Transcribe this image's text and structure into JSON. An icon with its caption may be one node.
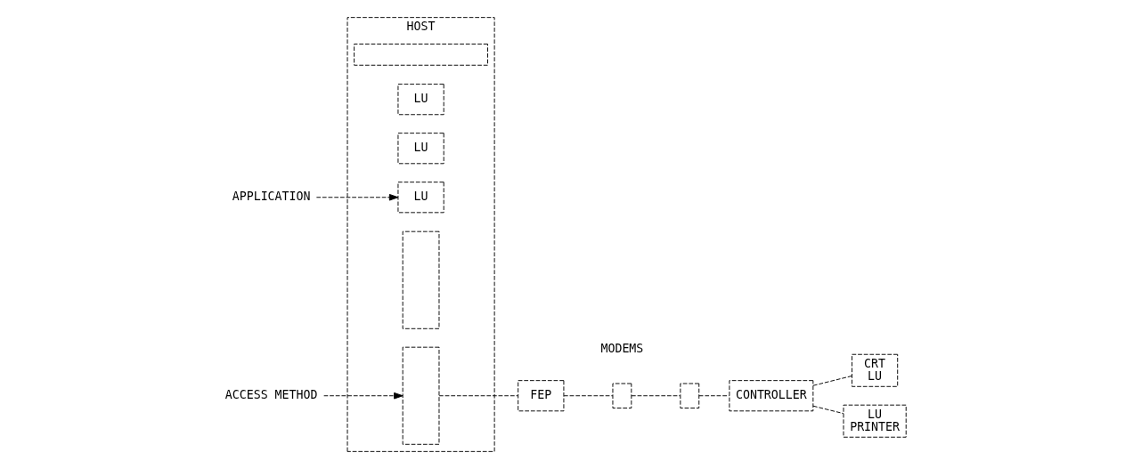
{
  "diagram": {
    "nodes": [
      {
        "text": [
          "HOST"
        ]
      },
      {
        "text": [],
        "shape": "box",
        "in": 0
      },
      {
        "text": [
          "LU"
        ],
        "in": 0
      },
      {
        "text": [
          "LU"
        ],
        "in": 0
      },
      {
        "text": [
          "LU"
        ],
        "in": 0
      },
      {
        "text": [],
        "shape": "box",
        "in": 0
      },
      {
        "text": [],
        "shape": "box",
        "in": 0
      },
      {
        "text": [
          "APPLICATION"
        ]
      },
      {
        "text": [
          "ACCESS METHOD"
        ]
      },
      {
        "text": [
          "FEP"
        ]
      },
      {
        "text": [],
        "shape": "box"
      },
      {
        "text": [],
        "shape": "box"
      },
      {
        "text": [
          "CONTROLLER"
        ]
      },
      {
        "text": [
          "CRT",
          "LU"
        ]
      },
      {
        "text": [
          "LU",
          "PRINTER"
        ]
      }
    ],
    "edges": [
      {
        "from": 7,
        "to": 4,
        "arrow": "to"
      },
      {
        "from": 8,
        "to": 6,
        "arrow": "to"
      },
      {
        "from": 6,
        "to": 9,
        "arrow": "none"
      },
      {
        "from": 9,
        "to": 10,
        "arrow": "none"
      },
      {
        "from": 10,
        "to": 11,
        "arrow": "none"
      },
      {
        "from": 11,
        "to": 12,
        "arrow": "none"
      },
      {
        "from": 12,
        "to": 13,
        "arrow": "none"
      },
      {
        "from": 12,
        "to": 14,
        "arrow": "none"
      }
    ],
    "labels": [
      "MODEMS"
    ]
  }
}
